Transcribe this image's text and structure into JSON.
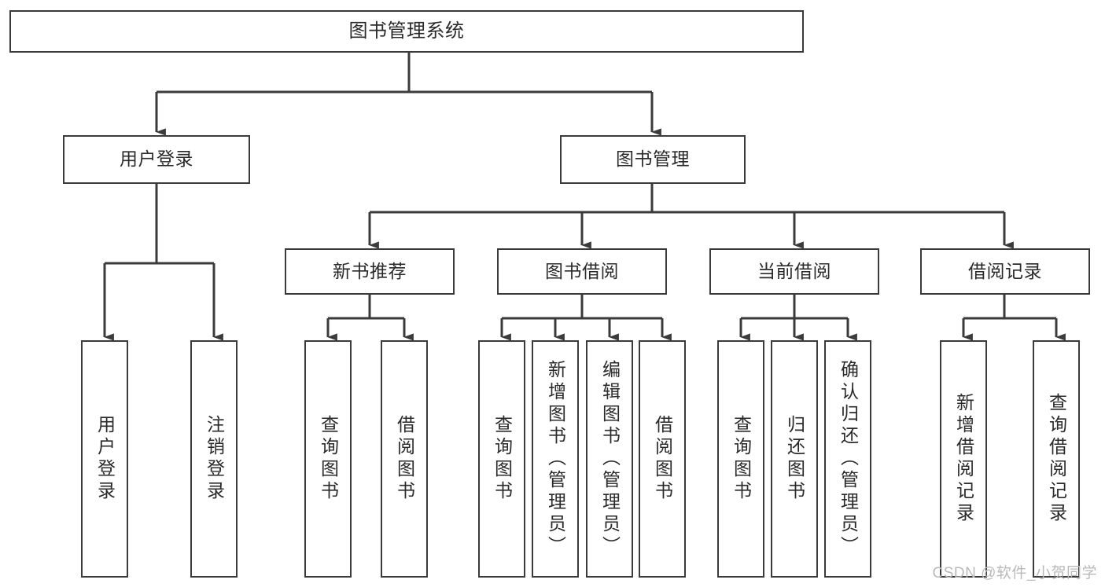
{
  "diagram": {
    "title": "图书管理系统",
    "watermark": "CSDN @软件_小贺同学",
    "line_color": "#3b3b3b",
    "box_fill": "#ffffff",
    "text_color": "#2a2a2a",
    "watermark_color": "#b9b9b9",
    "type": "tree",
    "levels": 4,
    "nodes": {
      "root": {
        "label": "图书管理系统"
      },
      "l2": [
        {
          "id": "user-login",
          "label": "用户登录"
        },
        {
          "id": "book-manage",
          "label": "图书管理"
        }
      ],
      "l3": [
        {
          "id": "new-book-recommend",
          "label": "新书推荐"
        },
        {
          "id": "book-borrow",
          "label": "图书借阅"
        },
        {
          "id": "current-borrow",
          "label": "当前借阅"
        },
        {
          "id": "borrow-record",
          "label": "借阅记录"
        }
      ],
      "leaves": {
        "user_login": [
          {
            "id": "leaf-user-login",
            "label": "用户登录"
          },
          {
            "id": "leaf-logout",
            "label": "注销登录"
          }
        ],
        "new_book_recommend": [
          {
            "id": "leaf-query-book-1",
            "label": "查询图书"
          },
          {
            "id": "leaf-borrow-book-1",
            "label": "借阅图书"
          }
        ],
        "book_borrow": [
          {
            "id": "leaf-query-book-2",
            "label": "查询图书"
          },
          {
            "id": "leaf-add-book",
            "label": "新增图书（管理员）"
          },
          {
            "id": "leaf-edit-book",
            "label": "编辑图书（管理员）"
          },
          {
            "id": "leaf-borrow-book-2",
            "label": "借阅图书"
          }
        ],
        "current_borrow": [
          {
            "id": "leaf-query-book-3",
            "label": "查询图书"
          },
          {
            "id": "leaf-return-book",
            "label": "归还图书"
          },
          {
            "id": "leaf-confirm-return",
            "label": "确认归还（管理员）"
          }
        ],
        "borrow_record": [
          {
            "id": "leaf-add-record",
            "label": "新增借阅记录"
          },
          {
            "id": "leaf-query-record",
            "label": "查询借阅记录"
          }
        ]
      }
    }
  }
}
